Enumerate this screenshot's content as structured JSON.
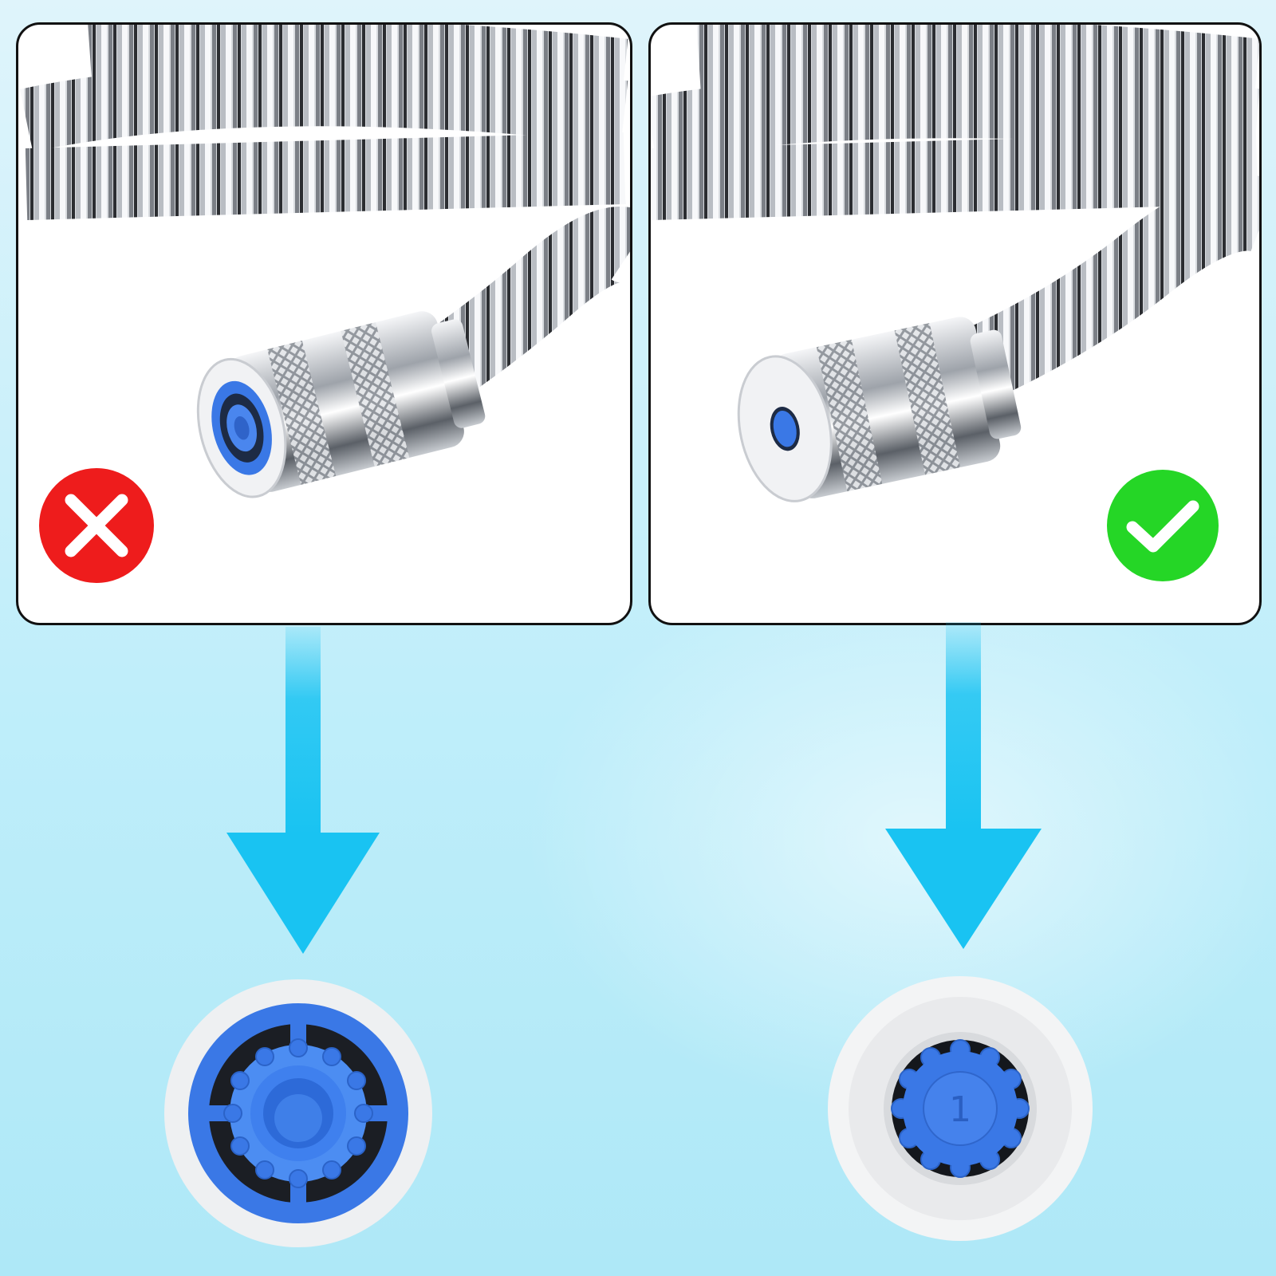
{
  "colors": {
    "background_top": "#dff4fb",
    "background_bottom": "#aee8f7",
    "panel_fill": "#ffffff",
    "panel_border": "#111111",
    "wrong_badge": "#ee1c1c",
    "correct_badge": "#25d626",
    "arrow": "#19c3f2",
    "aerator_blue": "#3a78e6",
    "aerator_white": "#eef0f2",
    "chrome": "#c9ccd1"
  },
  "panels": [
    {
      "verdict": "wrong",
      "badge_icon": "cross-icon",
      "subject": "hose-fitting-open-aerator-icon"
    },
    {
      "verdict": "correct",
      "badge_icon": "checkmark-icon",
      "subject": "hose-fitting-recessed-aerator-icon"
    }
  ],
  "details": [
    {
      "subject": "open-flow-restrictor-icon"
    },
    {
      "subject": "recessed-flow-restrictor-icon",
      "marking": "1"
    }
  ]
}
